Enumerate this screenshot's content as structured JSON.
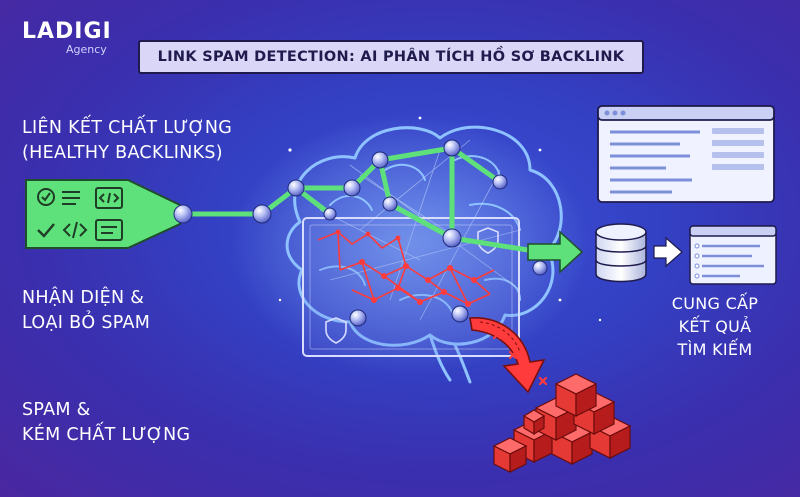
{
  "logo": {
    "brand": "LADIGI",
    "sub": "Agency"
  },
  "title": "LINK SPAM DETECTION: AI PHÂN TÍCH HỒ SƠ BACKLINK",
  "labels": {
    "healthy": {
      "line1": "LIÊN KẾT CHẤT LƯỢNG",
      "line2": "(HEALTHY BACKLINKS)"
    },
    "detect": {
      "line1": "NHẬN DIỆN &",
      "line2": "LOẠI BỎ SPAM"
    },
    "spam": {
      "line1": "SPAM &",
      "line2": "KÉM CHẤT LƯỢNG"
    },
    "results": {
      "line1": "CUNG CẤP",
      "line2": "KẾT QUẢ",
      "line3": "TÌM KIẾM"
    }
  },
  "colors": {
    "green": "#5ee07a",
    "red": "#ff3b3b",
    "node": "#a9b2f0",
    "cube": "#e53935",
    "brain_line": "#7fb6ff"
  },
  "icons": [
    "check-icon",
    "code-icon",
    "database-icon",
    "browser-window-icon",
    "shield-icon",
    "arrow-right-icon"
  ]
}
